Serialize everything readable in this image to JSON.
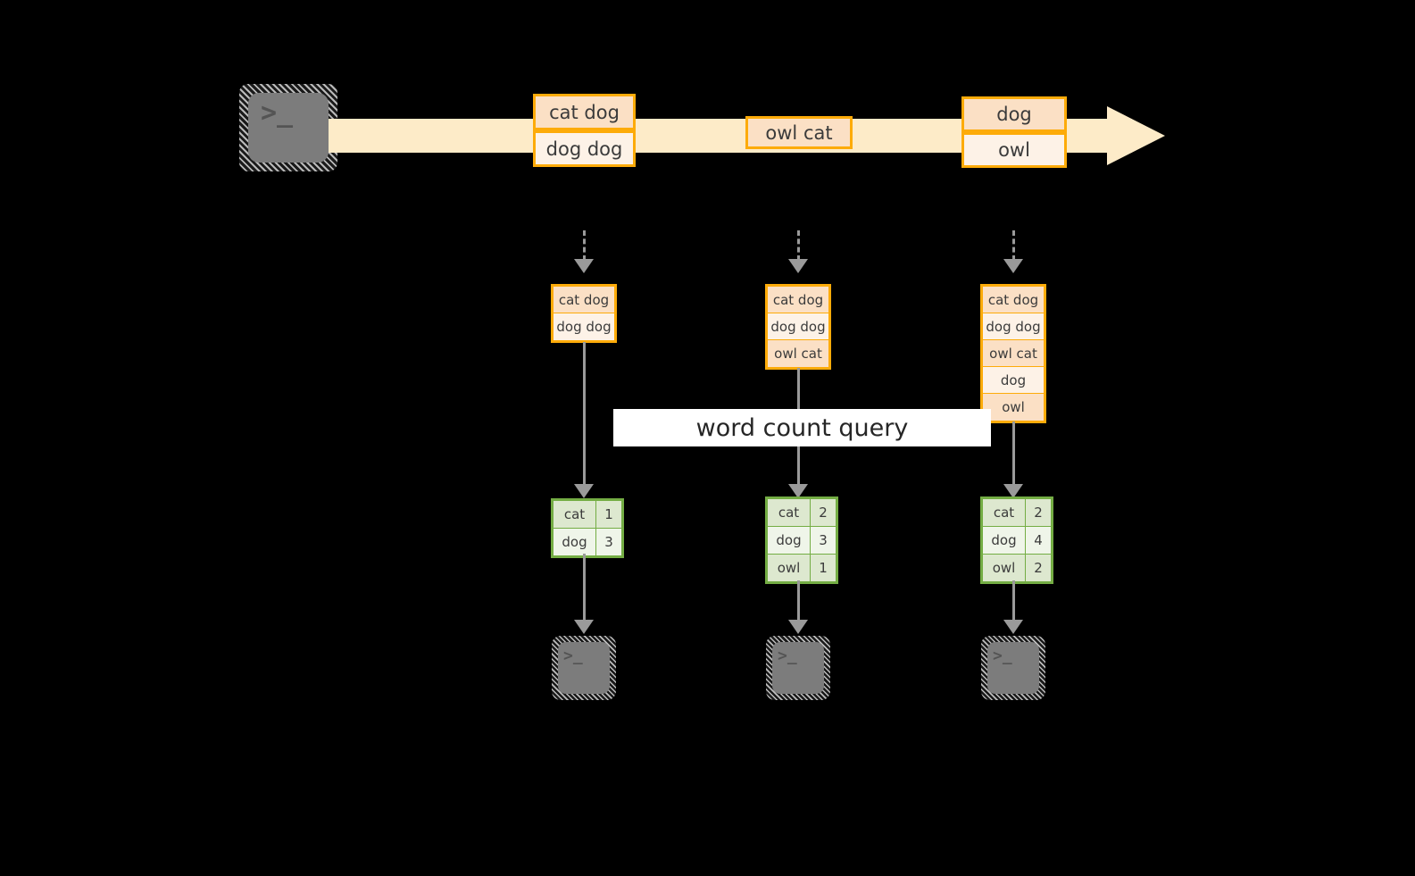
{
  "colors": {
    "background": "#000000",
    "stream_arrow": "#fdebc8",
    "event_border": "#fdab09",
    "event_fill_dark": "#fbe0c5",
    "event_fill_light": "#fdf2e7",
    "table_border": "#74ad44",
    "table_fill_dark": "#dde8cf",
    "table_fill_light": "#eff5e9",
    "connector": "#9a9a9a",
    "terminal_body": "#7c7c7c",
    "label_band": "#ffffff"
  },
  "producer": {
    "icon": "terminal-icon",
    "glyph": ">_"
  },
  "stream": {
    "arrow_icon": "right-arrow-icon",
    "events": [
      {
        "id": "event-group-1",
        "lines": [
          {
            "text": "cat dog",
            "shade": "dark"
          },
          {
            "text": "dog dog",
            "shade": "light"
          }
        ]
      },
      {
        "id": "event-group-2",
        "lines": [
          {
            "text": "owl cat",
            "shade": "dark"
          }
        ]
      },
      {
        "id": "event-group-3",
        "lines": [
          {
            "text": "dog",
            "shade": "dark"
          },
          {
            "text": "owl",
            "shade": "light"
          }
        ]
      }
    ]
  },
  "query_label": "word count query",
  "snapshots": [
    {
      "id": "snapshot-1",
      "input_rows": [
        {
          "text": "cat dog",
          "shade": "dark"
        },
        {
          "text": "dog dog",
          "shade": "light"
        }
      ],
      "result_rows": [
        {
          "key": "cat",
          "value": "1",
          "shade": "dark"
        },
        {
          "key": "dog",
          "value": "3",
          "shade": "light"
        }
      ],
      "consumer": {
        "icon": "terminal-icon",
        "glyph": ">_"
      }
    },
    {
      "id": "snapshot-2",
      "input_rows": [
        {
          "text": "cat dog",
          "shade": "dark"
        },
        {
          "text": "dog dog",
          "shade": "light"
        },
        {
          "text": "owl cat",
          "shade": "dark"
        }
      ],
      "result_rows": [
        {
          "key": "cat",
          "value": "2",
          "shade": "dark"
        },
        {
          "key": "dog",
          "value": "3",
          "shade": "light"
        },
        {
          "key": "owl",
          "value": "1",
          "shade": "dark"
        }
      ],
      "consumer": {
        "icon": "terminal-icon",
        "glyph": ">_"
      }
    },
    {
      "id": "snapshot-3",
      "input_rows": [
        {
          "text": "cat dog",
          "shade": "dark"
        },
        {
          "text": "dog dog",
          "shade": "light"
        },
        {
          "text": "owl cat",
          "shade": "dark"
        },
        {
          "text": "dog",
          "shade": "light"
        },
        {
          "text": "owl",
          "shade": "dark"
        }
      ],
      "result_rows": [
        {
          "key": "cat",
          "value": "2",
          "shade": "dark"
        },
        {
          "key": "dog",
          "value": "4",
          "shade": "light"
        },
        {
          "key": "owl",
          "value": "2",
          "shade": "dark"
        }
      ],
      "consumer": {
        "icon": "terminal-icon",
        "glyph": ">_"
      }
    }
  ]
}
